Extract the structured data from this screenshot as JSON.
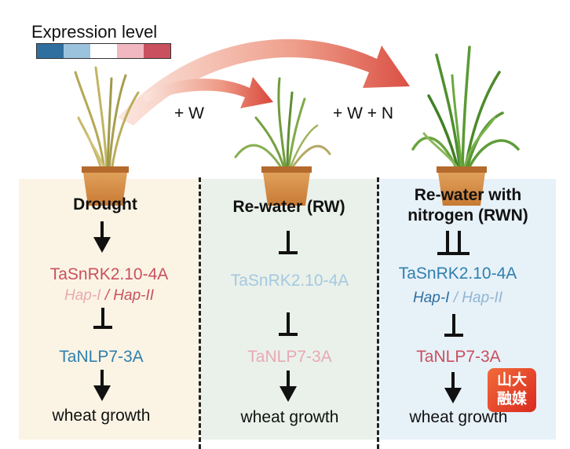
{
  "legend": {
    "title": "Expression level",
    "colors": [
      "#2f6f9f",
      "#9cc3de",
      "#ffffff",
      "#f1b8c2",
      "#c9505e"
    ]
  },
  "treatments": {
    "w_label": "+ W",
    "wn_label": "+ W + N"
  },
  "panels": [
    {
      "title": "Drought",
      "gene1": "TaSnRK2.10-4A",
      "gene1_color": "#c9505e",
      "hap1": "Hap-I",
      "hap1_color": "#e8a9b3",
      "hap_sep": "/",
      "hap2": "Hap-II",
      "hap2_color": "#c9505e",
      "gene2": "TaNLP7-3A",
      "gene2_color": "#2f7fae",
      "growth": "wheat growth"
    },
    {
      "title": "Re-water (RW)",
      "gene1": "TaSnRK2.10-4A",
      "gene1_color": "#a6c8e0",
      "gene2": "TaNLP7-3A",
      "gene2_color": "#e9a9b4",
      "growth": "wheat growth"
    },
    {
      "title_line1": "Re-water with",
      "title_line2": "nitrogen (RWN)",
      "gene1": "TaSnRK2.10-4A",
      "gene1_color": "#2f7fae",
      "hap1": "Hap-I",
      "hap1_color": "#2f6f9f",
      "hap_sep": "/",
      "hap2": "Hap-II",
      "hap2_color": "#8fb6d3",
      "gene2": "TaNLP7-3A",
      "gene2_color": "#c9505e",
      "growth": "wheat growth"
    }
  ],
  "logo": {
    "line1": "山大",
    "line2": "融媒"
  }
}
